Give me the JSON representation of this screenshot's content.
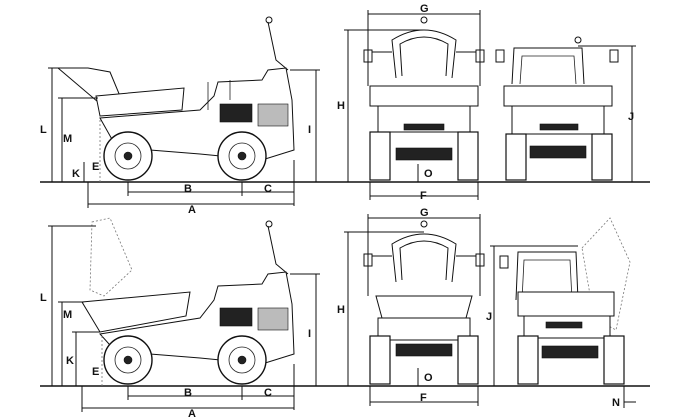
{
  "labels": {
    "A": "A",
    "B": "B",
    "C": "C",
    "E": "E",
    "F": "F",
    "G": "G",
    "H": "H",
    "I": "I",
    "J": "J",
    "K": "K",
    "L": "L",
    "M": "M",
    "N": "N",
    "O": "O"
  },
  "colors": {
    "line": "#111111",
    "background": "#ffffff",
    "shade": "#bbbbbb",
    "dark": "#222222"
  }
}
